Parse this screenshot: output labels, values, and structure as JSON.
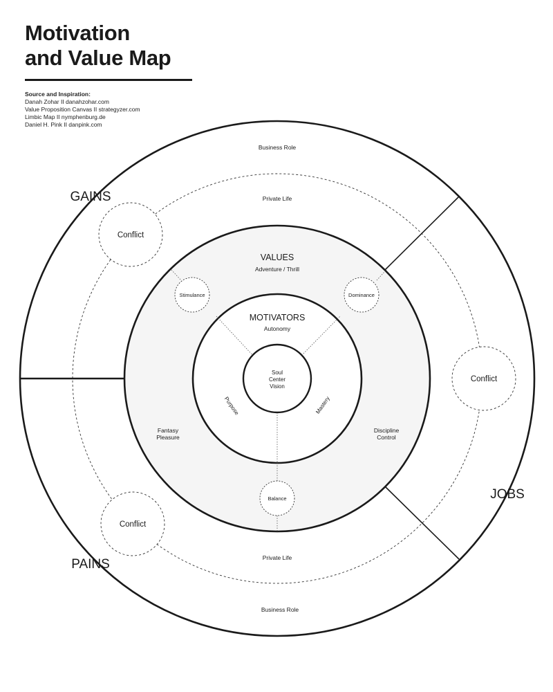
{
  "title": {
    "line1": "Motivation",
    "line2": "and Value Map"
  },
  "sources": {
    "heading": "Source and Inspiration:",
    "items": [
      "Danah Zohar II danahzohar.com",
      "Value Proposition Canvas II strategyzer.com",
      "Limbic Map II nymphenburg.de",
      "Daniel H. Pink II danpink.com"
    ]
  },
  "outer_ring": {
    "top_label": "Business Role",
    "bottom_label": "Business Role"
  },
  "middle_ring": {
    "top_label": "Private Life",
    "bottom_label": "Private Life"
  },
  "segments": {
    "gains": "GAINS",
    "jobs": "JOBS",
    "pains": "PAINS"
  },
  "conflicts": {
    "gains": "Conflict",
    "jobs": "Conflict",
    "pains": "Conflict"
  },
  "values": {
    "heading": "VALUES",
    "subheading": "Adventure / Thrill",
    "left": {
      "line1": "Fantasy",
      "line2": "Pleasure"
    },
    "right": {
      "line1": "Discipline",
      "line2": "Control"
    },
    "nodes": {
      "stimulance": "Stimulance",
      "dominance": "Dominance",
      "balance": "Balance"
    }
  },
  "motivators": {
    "heading": "MOTIVATORS",
    "subheading": "Autonomy",
    "purpose": "Purpose",
    "mastery": "Mastery"
  },
  "center": {
    "line1": "Soul",
    "line2": "Center",
    "line3": "Vision"
  }
}
